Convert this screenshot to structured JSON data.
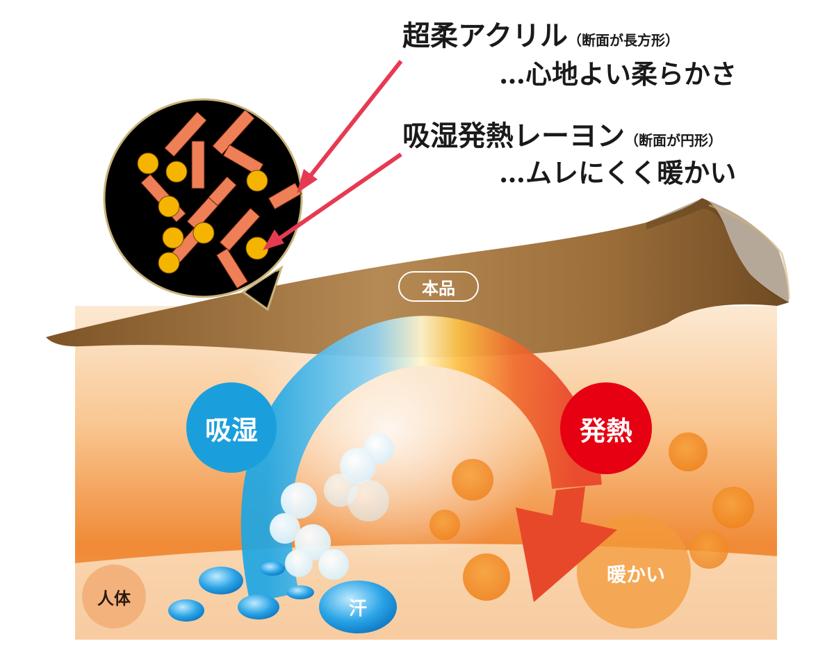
{
  "heading_acrylic": {
    "main": "超柔アクリル",
    "paren": "（断面が長方形）",
    "benefit": "…心地よい柔らかさ"
  },
  "heading_rayon": {
    "main": "吸湿発熱レーヨン",
    "paren": "（断面が円形）",
    "benefit": "…ムレにくく暖かい"
  },
  "labels": {
    "product": "本品",
    "absorb": "吸湿",
    "heat": "発熱",
    "warm": "暖かい",
    "body": "人体",
    "sweat": "汗"
  },
  "colors": {
    "acrylic_fiber": "#ee7f57",
    "rayon_fiber": "#f5b400",
    "absorb_blue": "#1b9fdc",
    "heat_red": "#e60012",
    "arrow_red": "#e8482a",
    "fabric_brown": "#9a6f3e"
  }
}
